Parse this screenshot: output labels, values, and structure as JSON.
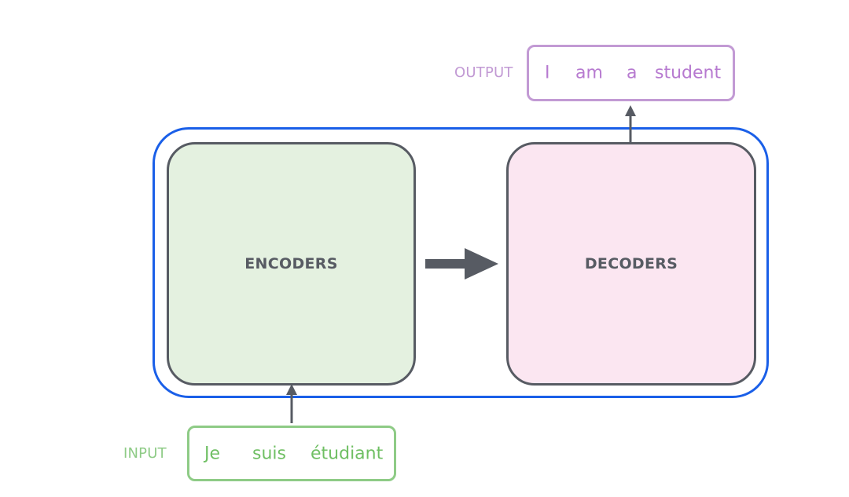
{
  "output": {
    "label": "OUTPUT",
    "tokens": [
      "I",
      "am",
      "a",
      "student"
    ]
  },
  "input": {
    "label": "INPUT",
    "tokens": [
      "Je",
      "suis",
      "étudiant"
    ]
  },
  "blocks": {
    "encoders": "ENCODERS",
    "decoders": "DECODERS"
  },
  "colors": {
    "frame": "#1a5fe8",
    "block_border": "#575b63",
    "encoder_fill": "#e4f1e0",
    "decoder_fill": "#fbe6f1",
    "output": "#c29ad4",
    "input": "#8ecb86"
  }
}
